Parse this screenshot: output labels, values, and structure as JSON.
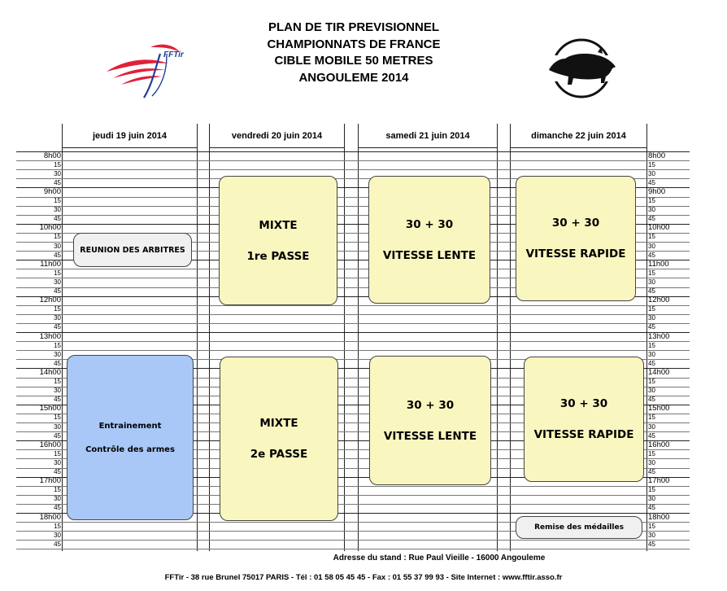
{
  "header": {
    "title_lines": [
      "PLAN DE TIR PREVISIONNEL",
      "CHAMPIONNATS DE FRANCE",
      "CIBLE MOBILE 50 METRES",
      "ANGOULEME 2014"
    ],
    "logo_left_text": "FFTir"
  },
  "days": [
    {
      "label": "jeudi 19 juin 2014"
    },
    {
      "label": "vendredi 20 juin 2014"
    },
    {
      "label": "samedi 21 juin 2014"
    },
    {
      "label": "dimanche 22 juin 2014"
    }
  ],
  "time_slots": [
    "8h00",
    "15",
    "30",
    "45",
    "9h00",
    "15",
    "30",
    "45",
    "10h00",
    "15",
    "30",
    "45",
    "11h00",
    "15",
    "30",
    "45",
    "12h00",
    "15",
    "30",
    "45",
    "13h00",
    "15",
    "30",
    "45",
    "14h00",
    "15",
    "30",
    "45",
    "15h00",
    "15",
    "30",
    "45",
    "16h00",
    "15",
    "30",
    "45",
    "17h00",
    "15",
    "30",
    "45",
    "18h00",
    "15",
    "30",
    "45"
  ],
  "events": {
    "reunion": {
      "line1": "REUNION DES ARBITRES"
    },
    "entrainement": {
      "line1": "Entrainement",
      "line2": "Contrôle des armes"
    },
    "fri_am": {
      "line1": "MIXTE",
      "line2": "1re PASSE"
    },
    "fri_pm": {
      "line1": "MIXTE",
      "line2": "2e PASSE"
    },
    "sat_am": {
      "line1": "30 + 30",
      "line2": "VITESSE LENTE"
    },
    "sat_pm": {
      "line1": "30 + 30",
      "line2": "VITESSE LENTE"
    },
    "sun_am": {
      "line1": "30 + 30",
      "line2": "VITESSE RAPIDE"
    },
    "sun_pm": {
      "line1": "30 + 30",
      "line2": "VITESSE RAPIDE"
    },
    "medailles": {
      "line1": "Remise des médailles"
    }
  },
  "footer": {
    "address": "Adresse du stand : Rue Paul Vieille - 16000 Angouleme",
    "contact": "FFTir - 38 rue Brunel 75017 PARIS - Tél : 01 58 05 45 45 - Fax : 01 55 37 99 93 - Site Internet : www.fftir.asso.fr"
  },
  "colors": {
    "session_fill": "#faf6bf",
    "training_fill": "#a9c8f7",
    "info_fill": "#f0f0f0",
    "logo_red": "#e2203a",
    "logo_blue": "#1f3f9a"
  }
}
